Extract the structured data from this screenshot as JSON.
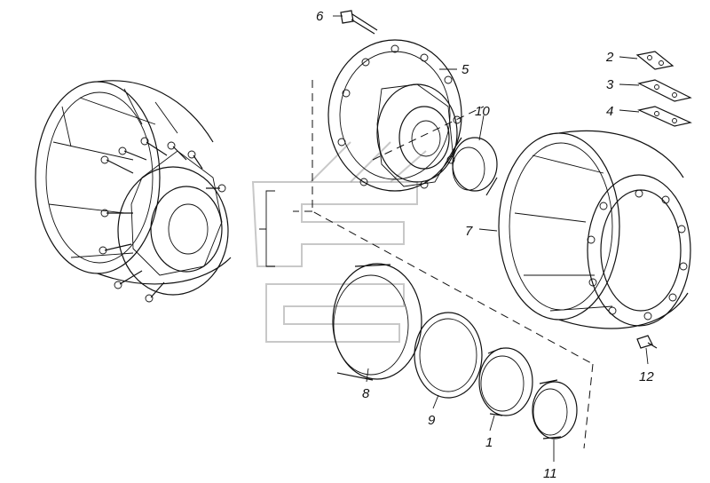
{
  "diagram": {
    "type": "exploded-parts-diagram",
    "callouts": [
      {
        "id": "c1",
        "label": "1"
      },
      {
        "id": "c2",
        "label": "2"
      },
      {
        "id": "c3",
        "label": "3"
      },
      {
        "id": "c4",
        "label": "4"
      },
      {
        "id": "c5",
        "label": "5"
      },
      {
        "id": "c6",
        "label": "6"
      },
      {
        "id": "c7",
        "label": "7"
      },
      {
        "id": "c8",
        "label": "8"
      },
      {
        "id": "c9",
        "label": "9"
      },
      {
        "id": "c10",
        "label": "10"
      },
      {
        "id": "c11",
        "label": "11"
      },
      {
        "id": "c12",
        "label": "12"
      }
    ],
    "colors": {
      "line": "#111111",
      "background": "#ffffff",
      "watermark": "#9a9a9a"
    }
  }
}
